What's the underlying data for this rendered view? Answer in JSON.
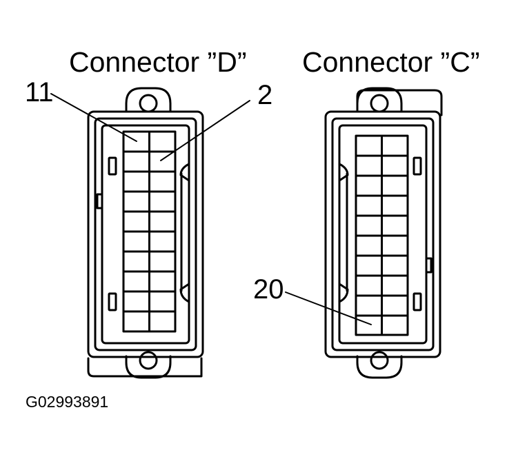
{
  "connectors": [
    {
      "title": "Connector ”D”"
    },
    {
      "title": "Connector ”C”"
    }
  ],
  "callouts": {
    "pin_11": "11",
    "pin_2": "2",
    "pin_20": "20"
  },
  "figure_id": "G02993891"
}
